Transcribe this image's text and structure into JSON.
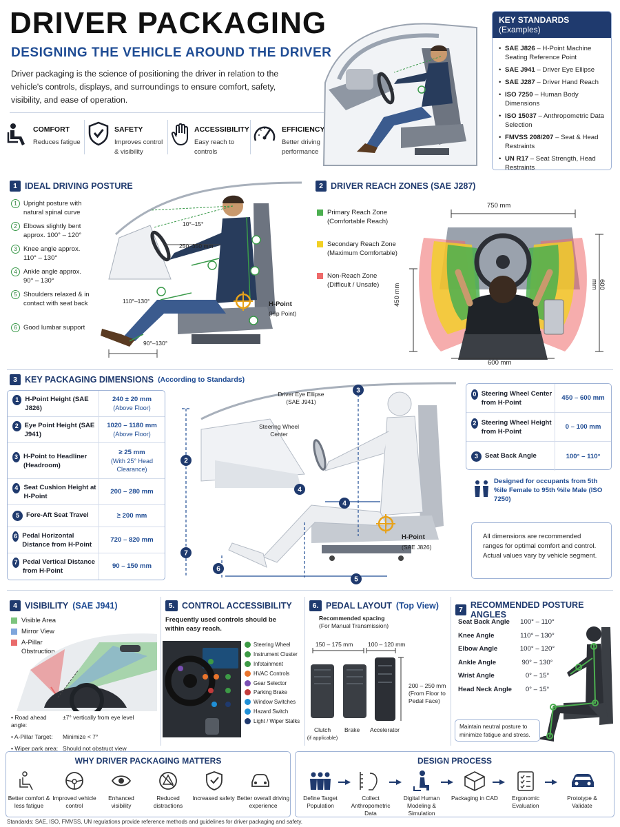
{
  "header": {
    "title": "DRIVER PACKAGING",
    "subtitle": "DESIGNING THE VEHICLE AROUND THE DRIVER",
    "intro": "Driver packaging is the science of positioning the driver in relation to the vehicle's controls, displays, and surroundings to ensure comfort, safety, visibility, and ease of operation."
  },
  "benefits": [
    {
      "title": "COMFORT",
      "desc": "Reduces fatigue",
      "icon": "seat-icon"
    },
    {
      "title": "SAFETY",
      "desc": "Improves control & visibility",
      "icon": "shield-check-icon"
    },
    {
      "title": "ACCESSIBILITY",
      "desc": "Easy reach to controls",
      "icon": "hand-icon"
    },
    {
      "title": "EFFICIENCY",
      "desc": "Better driving performance",
      "icon": "gauge-icon"
    }
  ],
  "key_standards": {
    "title": "KEY STANDARDS",
    "title_suffix": "(Examples)",
    "items": [
      {
        "code": "SAE J826",
        "desc": "– H-Point Machine Seating Reference Point"
      },
      {
        "code": "SAE J941",
        "desc": "– Driver Eye Ellipse"
      },
      {
        "code": "SAE J287",
        "desc": "– Driver Hand Reach"
      },
      {
        "code": "ISO 7250",
        "desc": "– Human Body Dimensions"
      },
      {
        "code": "ISO 15037",
        "desc": "– Anthropometric Data Selection"
      },
      {
        "code": "FMVSS 208/207",
        "desc": "– Seat & Head Restraints"
      },
      {
        "code": "UN R17",
        "desc": "– Seat Strength, Head Restraints"
      }
    ]
  },
  "posture": {
    "num": "1",
    "title": "IDEAL DRIVING POSTURE",
    "items": [
      {
        "n": "1",
        "text": "Upright posture with natural spinal curve"
      },
      {
        "n": "2",
        "text": "Elbows slightly bent approx. 100° – 120°"
      },
      {
        "n": "3",
        "text": "Knee angle approx. 110° – 130°"
      },
      {
        "n": "4",
        "text": "Ankle angle approx. 90° – 130°"
      },
      {
        "n": "5",
        "text": "Shoulders relaxed & in contact with seat back"
      },
      {
        "n": "6",
        "text": "Good lumbar support"
      }
    ],
    "labels": {
      "eye_angle": "10°–15°",
      "reach": "250–350 mm",
      "knee": "110°–130°",
      "ankle": "90°–130°",
      "hpoint": "H-Point",
      "hpoint_sub": "(Hip Point)"
    }
  },
  "reach": {
    "num": "2",
    "title": "DRIVER REACH ZONES (SAE J287)",
    "zones": [
      {
        "name": "Primary Reach Zone",
        "sub": "(Comfortable Reach)",
        "color": "#4caf50"
      },
      {
        "name": "Secondary Reach Zone",
        "sub": "(Maximum Comfortable)",
        "color": "#f2d024"
      },
      {
        "name": "Non-Reach Zone",
        "sub": "(Difficult / Unsafe)",
        "color": "#ee6a6a"
      }
    ],
    "dims": {
      "top": "750 mm",
      "left": "450 mm",
      "right": "600 mm",
      "bottom": "600 mm"
    }
  },
  "dimensions": {
    "num": "3",
    "title": "KEY PACKAGING DIMENSIONS",
    "title_suffix": "(According to Standards)",
    "rows": [
      {
        "n": "1",
        "label": "H-Point Height (SAE J826)",
        "value": "240 ± 20 mm",
        "sub": "(Above Floor)"
      },
      {
        "n": "2",
        "label": "Eye Point Height (SAE J941)",
        "value": "1020 – 1180 mm",
        "sub": "(Above Floor)"
      },
      {
        "n": "3",
        "label": "H-Point to Headliner (Headroom)",
        "value": "≥ 25 mm",
        "sub": "(With 25° Head Clearance)"
      },
      {
        "n": "4",
        "label": "Seat Cushion Height at H-Point",
        "value": "200 – 280 mm",
        "sub": ""
      },
      {
        "n": "5",
        "label": "Fore-Aft Seat Travel",
        "value": "≥ 200 mm",
        "sub": ""
      },
      {
        "n": "6",
        "label": "Pedal Horizontal Distance from H-Point",
        "value": "720 – 820 mm",
        "sub": ""
      },
      {
        "n": "7",
        "label": "Pedal Vertical Distance from H-Point",
        "value": "90 – 150 mm",
        "sub": ""
      }
    ],
    "diagram": {
      "eye_ellipse": "Driver Eye Ellipse",
      "eye_ellipse_std": "(SAE J941)",
      "steering": "Steering Wheel Center",
      "hpoint": "H-Point",
      "hpoint_std": "(SAE J826)"
    },
    "side": [
      {
        "n": "0",
        "label": "Steering Wheel Center from H-Point",
        "value": "450 – 600 mm"
      },
      {
        "n": "2",
        "label": "Steering Wheel Height from H-Point",
        "value": "0 – 100 mm"
      },
      {
        "n": "3",
        "label": "Seat Back Angle",
        "value": "100° – 110°"
      }
    ],
    "occupants": "Designed for occupants from 5th %ile Female to 95th %ile Male (ISO 7250)",
    "note": "All dimensions are recommended ranges for optimal comfort and control. Actual values vary by vehicle segment."
  },
  "visibility": {
    "num": "4",
    "title": "VISIBILITY",
    "title_suffix": "(SAE J941)",
    "legend": [
      {
        "name": "Visible Area",
        "color": "#7cc47e"
      },
      {
        "name": "Mirror View",
        "color": "#7ea6dc"
      },
      {
        "name": "A-Pillar Obstruction",
        "color": "#e96b6b"
      }
    ],
    "notes": [
      {
        "label": "Road ahead angle:",
        "value": "±7° vertically from eye level"
      },
      {
        "label": "A-Pillar Target:",
        "value": "Minimize < 7°"
      },
      {
        "label": "Wiper park area:",
        "value": "Should not obstruct view"
      }
    ]
  },
  "controls": {
    "num": "5.",
    "title": "CONTROL ACCESSIBILITY",
    "desc": "Frequently used controls should be within easy reach.",
    "items": [
      {
        "name": "Steering Wheel",
        "color": "#3d9a46"
      },
      {
        "name": "Instrument Cluster",
        "color": "#3d9a46"
      },
      {
        "name": "Infotainment",
        "color": "#3d9a46"
      },
      {
        "name": "HVAC Controls",
        "color": "#e8742c"
      },
      {
        "name": "Gear Selector",
        "color": "#7a4fb3"
      },
      {
        "name": "Parking Brake",
        "color": "#c23b3b"
      },
      {
        "name": "Window Switches",
        "color": "#1f8fd6"
      },
      {
        "name": "Hazard Switch",
        "color": "#1f8fd6"
      },
      {
        "name": "Light / Wiper Stalks",
        "color": "#1f3a6e"
      }
    ]
  },
  "pedals": {
    "num": "6.",
    "title": "PEDAL LAYOUT",
    "title_suffix": "(Top View)",
    "desc": "Recommended spacing",
    "desc_sub": "(For Manual Transmission)",
    "spacing1": "150 – 175 mm",
    "spacing2": "100 – 120 mm",
    "height": "200 – 250 mm",
    "height_sub": "(From Floor to Pedal Face)",
    "clutch": "Clutch",
    "clutch_sub": "(if applicable)",
    "brake": "Brake",
    "accel": "Accelerator"
  },
  "angles": {
    "num": "7",
    "title": "RECOMMENDED POSTURE ANGLES",
    "rows": [
      {
        "label": "Seat Back Angle",
        "value": "100° – 110°"
      },
      {
        "label": "Knee Angle",
        "value": "110° – 130°"
      },
      {
        "label": "Elbow Angle",
        "value": "100° – 120°"
      },
      {
        "label": "Ankle Angle",
        "value": "90° – 130°"
      },
      {
        "label": "Wrist Angle",
        "value": "0° – 15°"
      },
      {
        "label": "Head Neck Angle",
        "value": "0° – 15°"
      }
    ],
    "note": "Maintain neutral posture to minimize fatigue and stress."
  },
  "why": {
    "title": "WHY DRIVER PACKAGING MATTERS",
    "items": [
      {
        "text": "Better comfort & less fatigue",
        "icon": "seat-icon"
      },
      {
        "text": "Improved vehicle control",
        "icon": "steering-wheel-icon"
      },
      {
        "text": "Enhanced visibility",
        "icon": "eye-icon"
      },
      {
        "text": "Reduced distractions",
        "icon": "warning-icon"
      },
      {
        "text": "Increased safety",
        "icon": "shield-check-icon"
      },
      {
        "text": "Better overall driving experience",
        "icon": "car-icon"
      }
    ]
  },
  "process": {
    "title": "DESIGN PROCESS",
    "steps": [
      {
        "text": "Define Target Population",
        "icon": "people-icon"
      },
      {
        "text": "Collect Anthropometric Data",
        "icon": "ruler-face-icon"
      },
      {
        "text": "Digital Human Modeling & Simulation",
        "icon": "seated-human-icon"
      },
      {
        "text": "Packaging in CAD",
        "icon": "box-icon"
      },
      {
        "text": "Ergonomic Evaluation",
        "icon": "checklist-icon"
      },
      {
        "text": "Prototype & Validate",
        "icon": "car-icon"
      }
    ]
  },
  "footer": "Standards: SAE, ISO, FMVSS, UN regulations provide reference methods and guidelines for driver packaging and safety."
}
